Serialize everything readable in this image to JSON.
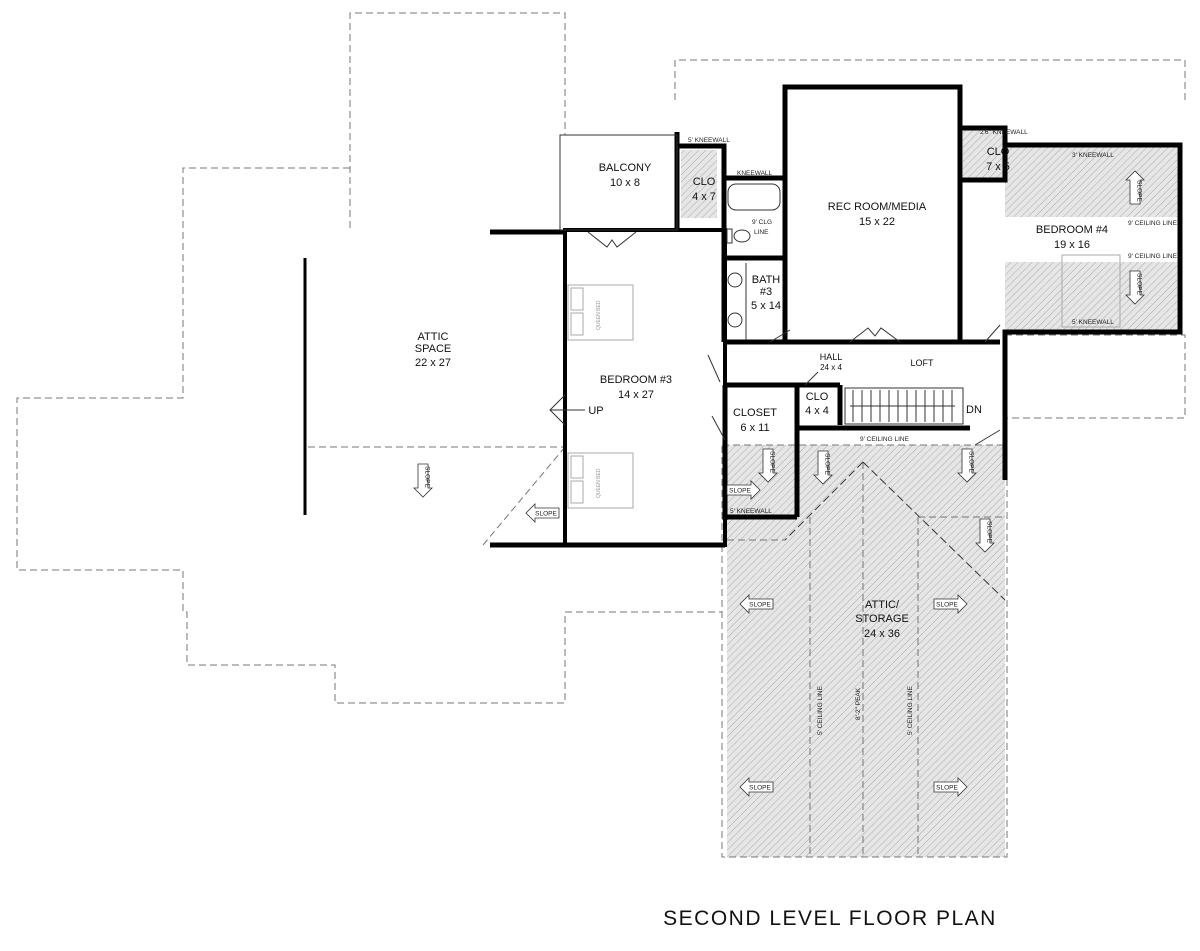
{
  "title": "SECOND LEVEL FLOOR PLAN",
  "rooms": {
    "balcony": {
      "name": "BALCONY",
      "dims": "10 x 8"
    },
    "clo_4x7": {
      "name": "CLO",
      "dims": "4 x 7"
    },
    "rec_room": {
      "name": "REC ROOM/MEDIA",
      "dims": "15 x 22"
    },
    "clo_7x5": {
      "name": "CLO",
      "dims": "7 x 5"
    },
    "bedroom4": {
      "name": "BEDROOM #4",
      "dims": "19 x 16"
    },
    "bath3": {
      "name": "BATH",
      "num": "#3",
      "dims": "5 x 14"
    },
    "attic_space": {
      "name": "ATTIC",
      "name2": "SPACE",
      "dims": "22 x 27"
    },
    "bedroom3": {
      "name": "BEDROOM #3",
      "dims": "14 x 27"
    },
    "hall": {
      "name": "HALL",
      "dims": "24 x 4"
    },
    "loft": {
      "name": "LOFT"
    },
    "clo_4x4": {
      "name": "CLO",
      "dims": "4 x 4"
    },
    "closet": {
      "name": "CLOSET",
      "dims": "6 x 11"
    },
    "attic_storage": {
      "name": "ATTIC/",
      "name2": "STORAGE",
      "dims": "24 x 36"
    }
  },
  "stairs": {
    "up": "UP",
    "down": "DN"
  },
  "notes": {
    "kneewall_5_balcony": "5' KNEEWALL",
    "kneewall_bath": "KNEEWALL",
    "clg_line_bath": "9' CLG",
    "clg_line_bath2": "LINE",
    "kneewall_2_6": "2'6\" KNEEWALL",
    "kneewall_3": "3' KNEEWALL",
    "ceiling_line_b4_top": "9' CEILING LINE",
    "ceiling_line_b4_bottom": "9' CEILING LINE",
    "kneewall_5_b4": "5' KNEEWALL",
    "ceiling_line_hall": "9' CEILING LINE",
    "kneewall_5_closet": "5' KNEEWALL",
    "ceiling_line_left": "5' CEILING LINE",
    "peak": "8'-2\" PEAK",
    "ceiling_line_right": "5' CEILING LINE",
    "bed_label": "QUEEN BED"
  },
  "slope_label": "SLOPE"
}
